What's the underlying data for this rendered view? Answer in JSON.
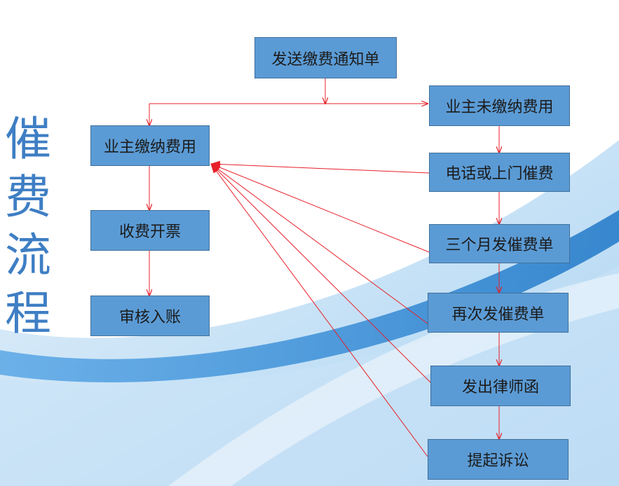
{
  "title_chars": [
    "催",
    "费",
    "流",
    "程"
  ],
  "nodes": {
    "send_notice": "发送缴费通知单",
    "owner_paid": "业主缴纳费用",
    "owner_unpaid": "业主未缴纳费用",
    "phone_or_visit": "电话或上门催费",
    "issue_receipt": "收费开票",
    "three_month_notice": "三个月发催费单",
    "audit_post": "审核入账",
    "second_notice": "再次发催费单",
    "lawyer_letter": "发出律师函",
    "lawsuit": "提起诉讼"
  },
  "colors": {
    "box_fill": "#5b9bd5",
    "box_border": "#41719c",
    "arrow": "#e8202a",
    "title": "#3e7ec4"
  }
}
